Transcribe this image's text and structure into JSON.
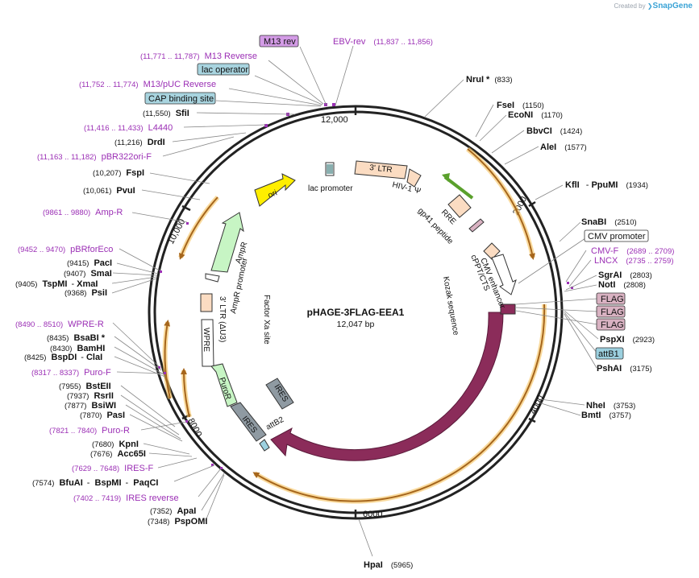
{
  "credit": {
    "prefix": "Created by",
    "brand": "SnapGene"
  },
  "title": "pHAGE-3FLAG-EEA1",
  "length": "12,047 bp",
  "ticks": [
    "12,000",
    "2000",
    "4000",
    "6000",
    "8000",
    "10,000"
  ],
  "features": {
    "eea1": "EEA1",
    "ires_inner": "IRES",
    "ires_outer": "IRES",
    "puror": "PuroR",
    "ampr": "AmpR",
    "ori": "ori",
    "wpre": "WPRE",
    "three_ltr": "3' LTR",
    "three_ltr_du3": "3' LTR (ΔU3)",
    "attb2": "attB2",
    "factor_xa": "Factor Xa site",
    "ampr_promoter": "AmpR promoter",
    "lac_promoter": "lac promoter",
    "hiv_psi": "HIV-1 Ψ",
    "rre": "RRE",
    "gp41": "gp41 peptide",
    "cppt": "cPPT/CTS",
    "cmv_enhancer": "CMV enhancer",
    "kozak": "Kozak sequence"
  },
  "boxed": {
    "m13rev": "M13 rev",
    "lac_operator": "lac operator",
    "cap_site": "CAP binding site",
    "cmv_promoter": "CMV promoter",
    "flag1": "FLAG",
    "flag2": "FLAG",
    "flag3": "FLAG",
    "attb1": "attB1"
  },
  "primers": {
    "ebv_rev": {
      "name": "EBV-rev",
      "range": "(11,837 .. 11,856)"
    },
    "m13_reverse": {
      "name": "M13 Reverse",
      "range": "(11,771 .. 11,787)"
    },
    "m13_puc_reverse": {
      "name": "M13/pUC Reverse",
      "range": "(11,752 .. 11,774)"
    },
    "l4440": {
      "name": "L4440",
      "range": "(11,416 .. 11,433)"
    },
    "pbr322ori_f": {
      "name": "pBR322ori-F",
      "range": "(11,163 .. 11,182)"
    },
    "amp_r": {
      "name": "Amp-R",
      "range": "(9861 .. 9880)"
    },
    "pbrforeco": {
      "name": "pBRforEco",
      "range": "(9452 .. 9470)"
    },
    "wpre_r": {
      "name": "WPRE-R",
      "range": "(8490 .. 8510)"
    },
    "puro_f": {
      "name": "Puro-F",
      "range": "(8317 .. 8337)"
    },
    "puro_r": {
      "name": "Puro-R",
      "range": "(7821 .. 7840)"
    },
    "ires_f": {
      "name": "IRES-F",
      "range": "(7629 .. 7648)"
    },
    "ires_reverse": {
      "name": "IRES reverse",
      "range": "(7402 .. 7419)"
    },
    "cmv_f": {
      "name": "CMV-F",
      "range": "(2689 .. 2709)"
    },
    "lncx": {
      "name": "LNCX",
      "range": "(2735 .. 2759)"
    }
  },
  "enzymes": {
    "sfii": {
      "name": "SfiI",
      "pos": "(11,550)"
    },
    "drdi": {
      "name": "DrdI",
      "pos": "(11,216)"
    },
    "fspi": {
      "name": "FspI",
      "pos": "(10,207)"
    },
    "pvui": {
      "name": "PvuI",
      "pos": "(10,061)"
    },
    "paci": {
      "name": "PacI",
      "pos": "(9415)"
    },
    "smai": {
      "name": "SmaI",
      "pos": "(9407)"
    },
    "tspmi": {
      "name": "TspMI",
      "sep": "- ",
      "name2": "XmaI",
      "pos": "(9405)"
    },
    "psii": {
      "name": "PsiI",
      "pos": "(9368)"
    },
    "bsabi": {
      "name": "BsaBI *",
      "pos": "(8435)"
    },
    "bamhi": {
      "name": "BamHI",
      "pos": "(8430)"
    },
    "bspdi": {
      "name": "BspDI",
      "sep": "- ",
      "name2": "ClaI",
      "pos": "(8425)"
    },
    "bsteii": {
      "name": "BstEII",
      "pos": "(7955)"
    },
    "rsrii": {
      "name": "RsrII",
      "pos": "(7937)"
    },
    "bsiwi": {
      "name": "BsiWI",
      "pos": "(7877)"
    },
    "pasi": {
      "name": "PasI",
      "pos": "(7870)"
    },
    "kpni": {
      "name": "KpnI",
      "pos": "(7680)"
    },
    "acc65i": {
      "name": "Acc65I",
      "pos": "(7676)"
    },
    "bfuai": {
      "name": "BfuAI",
      "sep": "- ",
      "name2": "BspMI",
      "sep2": "- ",
      "name3": "PaqCI",
      "pos": "(7574)"
    },
    "apai": {
      "name": "ApaI",
      "pos": "(7352)"
    },
    "pspomi": {
      "name": "PspOMI",
      "pos": "(7348)"
    },
    "nrui": {
      "name": "NruI *",
      "pos": "(833)"
    },
    "fsei": {
      "name": "FseI",
      "pos": "(1150)"
    },
    "econi": {
      "name": "EcoNI",
      "pos": "(1170)"
    },
    "bbvci": {
      "name": "BbvCI",
      "pos": "(1424)"
    },
    "alei": {
      "name": "AleI",
      "pos": "(1577)"
    },
    "kfli": {
      "name": "KflI",
      "sep": "- ",
      "name2": "PpuMI",
      "pos": "(1934)"
    },
    "snabi": {
      "name": "SnaBI",
      "pos": "(2510)"
    },
    "sgrai": {
      "name": "SgrAI",
      "pos": "(2803)"
    },
    "noti": {
      "name": "NotI",
      "pos": "(2808)"
    },
    "pspxi": {
      "name": "PspXI",
      "pos": "(2923)"
    },
    "pshai": {
      "name": "PshAI",
      "pos": "(3175)"
    },
    "nhei": {
      "name": "NheI",
      "pos": "(3753)"
    },
    "bmti": {
      "name": "BmtI",
      "pos": "(3757)"
    },
    "hpai": {
      "name": "HpaI",
      "pos": "(5965)"
    }
  },
  "colors": {
    "backbone": "#222222",
    "orf_halo": "#f5c15c",
    "orf_arrow": "#a6661c",
    "eea1": "#8b2c5a",
    "primer": "#9b2fb5",
    "feature_tan": "#fbdcc2",
    "resistance_green": "#c7f5c4",
    "ori_yellow": "#ffee00",
    "ires_gray": "#8f9aa2",
    "protein_pink": "#d9b2c2",
    "attb_blue": "#9cd0df",
    "lac_blue": "#a8d4df"
  }
}
